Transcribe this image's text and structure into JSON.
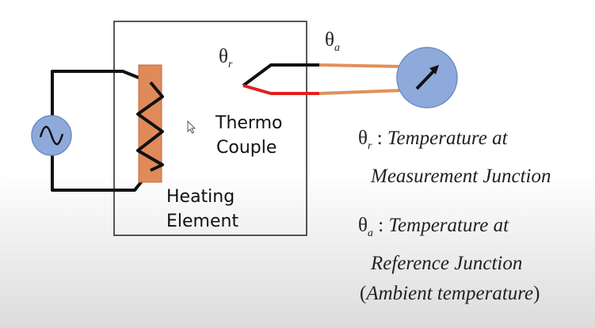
{
  "diagram": {
    "heating_element_label": [
      "Heating",
      "Element"
    ],
    "thermocouple_label": [
      "Thermo",
      "Couple"
    ],
    "theta_r": {
      "symbol": "θ",
      "subscript": "r"
    },
    "theta_a": {
      "symbol": "θ",
      "subscript": "a"
    }
  },
  "legend": {
    "r": {
      "symbol": "θ",
      "subscript": "r",
      "separator": ":",
      "line1": "Temperature at",
      "line2": "Measurement Junction"
    },
    "a": {
      "symbol": "θ",
      "subscript": "a",
      "separator": ":",
      "line1": "Temperature at",
      "line2": "Reference Junction",
      "line3_open": "(",
      "line3": "Ambient temperature",
      "line3_close": ")"
    }
  },
  "colors": {
    "source_fill": "#8eaadb",
    "meter_fill": "#8eaadb",
    "heater_fill": "#e08a5a",
    "wire_black": "#111111",
    "wire_red": "#e02020",
    "wire_orange": "#e0905a"
  },
  "icons": {
    "ac_source": "sine-wave-icon",
    "meter": "arrow-gauge-icon",
    "cursor": "mouse-pointer-icon"
  }
}
